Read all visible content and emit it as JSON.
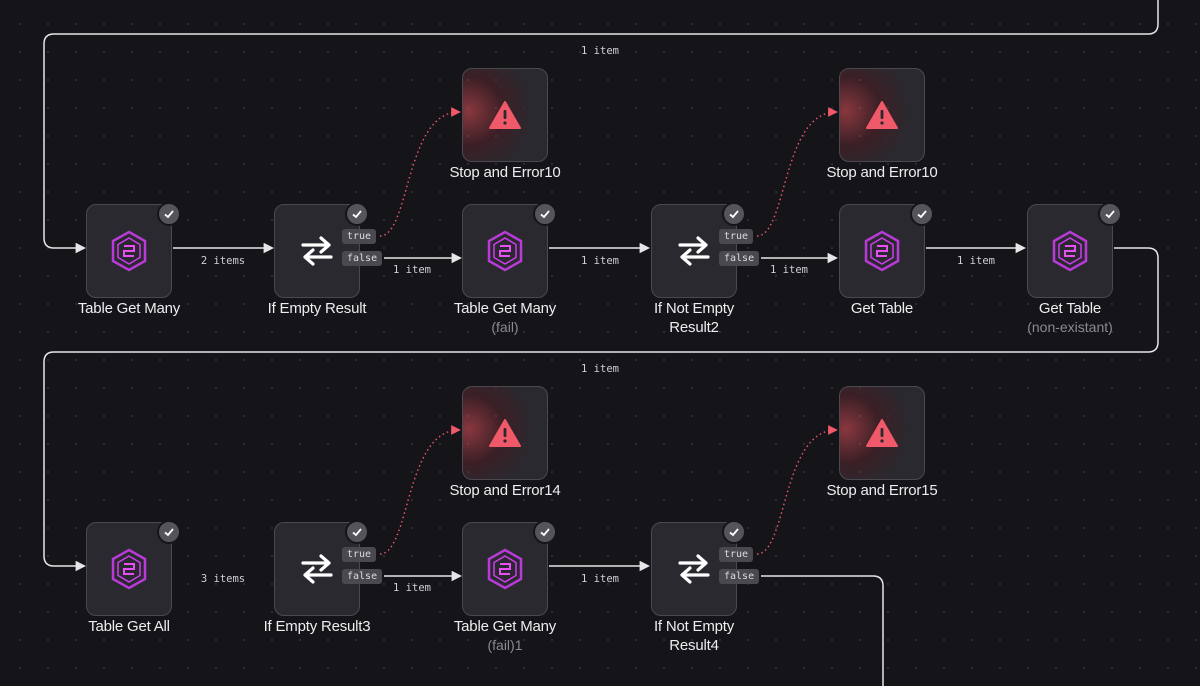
{
  "nodes": {
    "n1": {
      "title": "Table Get Many"
    },
    "n2": {
      "title": "If Empty Result"
    },
    "n3": {
      "title": "Table Get Many",
      "subtitle": "(fail)"
    },
    "n4": {
      "title": "If Not Empty",
      "title2": "Result2"
    },
    "n5": {
      "title": "Get Table"
    },
    "n6": {
      "title": "Get Table",
      "subtitle": "(non-existant)"
    },
    "e1": {
      "title": "Stop and Error10"
    },
    "e2": {
      "title": "Stop and Error10"
    },
    "n7": {
      "title": "Table Get All"
    },
    "n8": {
      "title": "If Empty Result3"
    },
    "n9": {
      "title": "Table Get Many",
      "subtitle": "(fail)1"
    },
    "n10": {
      "title": "If Not Empty",
      "title2": "Result4"
    },
    "e3": {
      "title": "Stop and Error14"
    },
    "e4": {
      "title": "Stop and Error15"
    }
  },
  "edge_labels": {
    "top_loop": "1 item",
    "a1": "2 items",
    "a2": "1 item",
    "a3": "1 item",
    "a4": "1 item",
    "a5": "1 item",
    "mid_loop": "1 item",
    "b1": "3 items",
    "b2": "1 item",
    "b3": "1 item"
  },
  "branch": {
    "true": "true",
    "false": "false"
  },
  "colors": {
    "accent": "#b83bd8",
    "error": "#f0596a",
    "edge": "#e6e6e9"
  },
  "icons": {
    "table": "supabase-table-icon",
    "if": "swap-arrows-icon",
    "error": "warning-triangle-icon",
    "status": "check-icon"
  }
}
